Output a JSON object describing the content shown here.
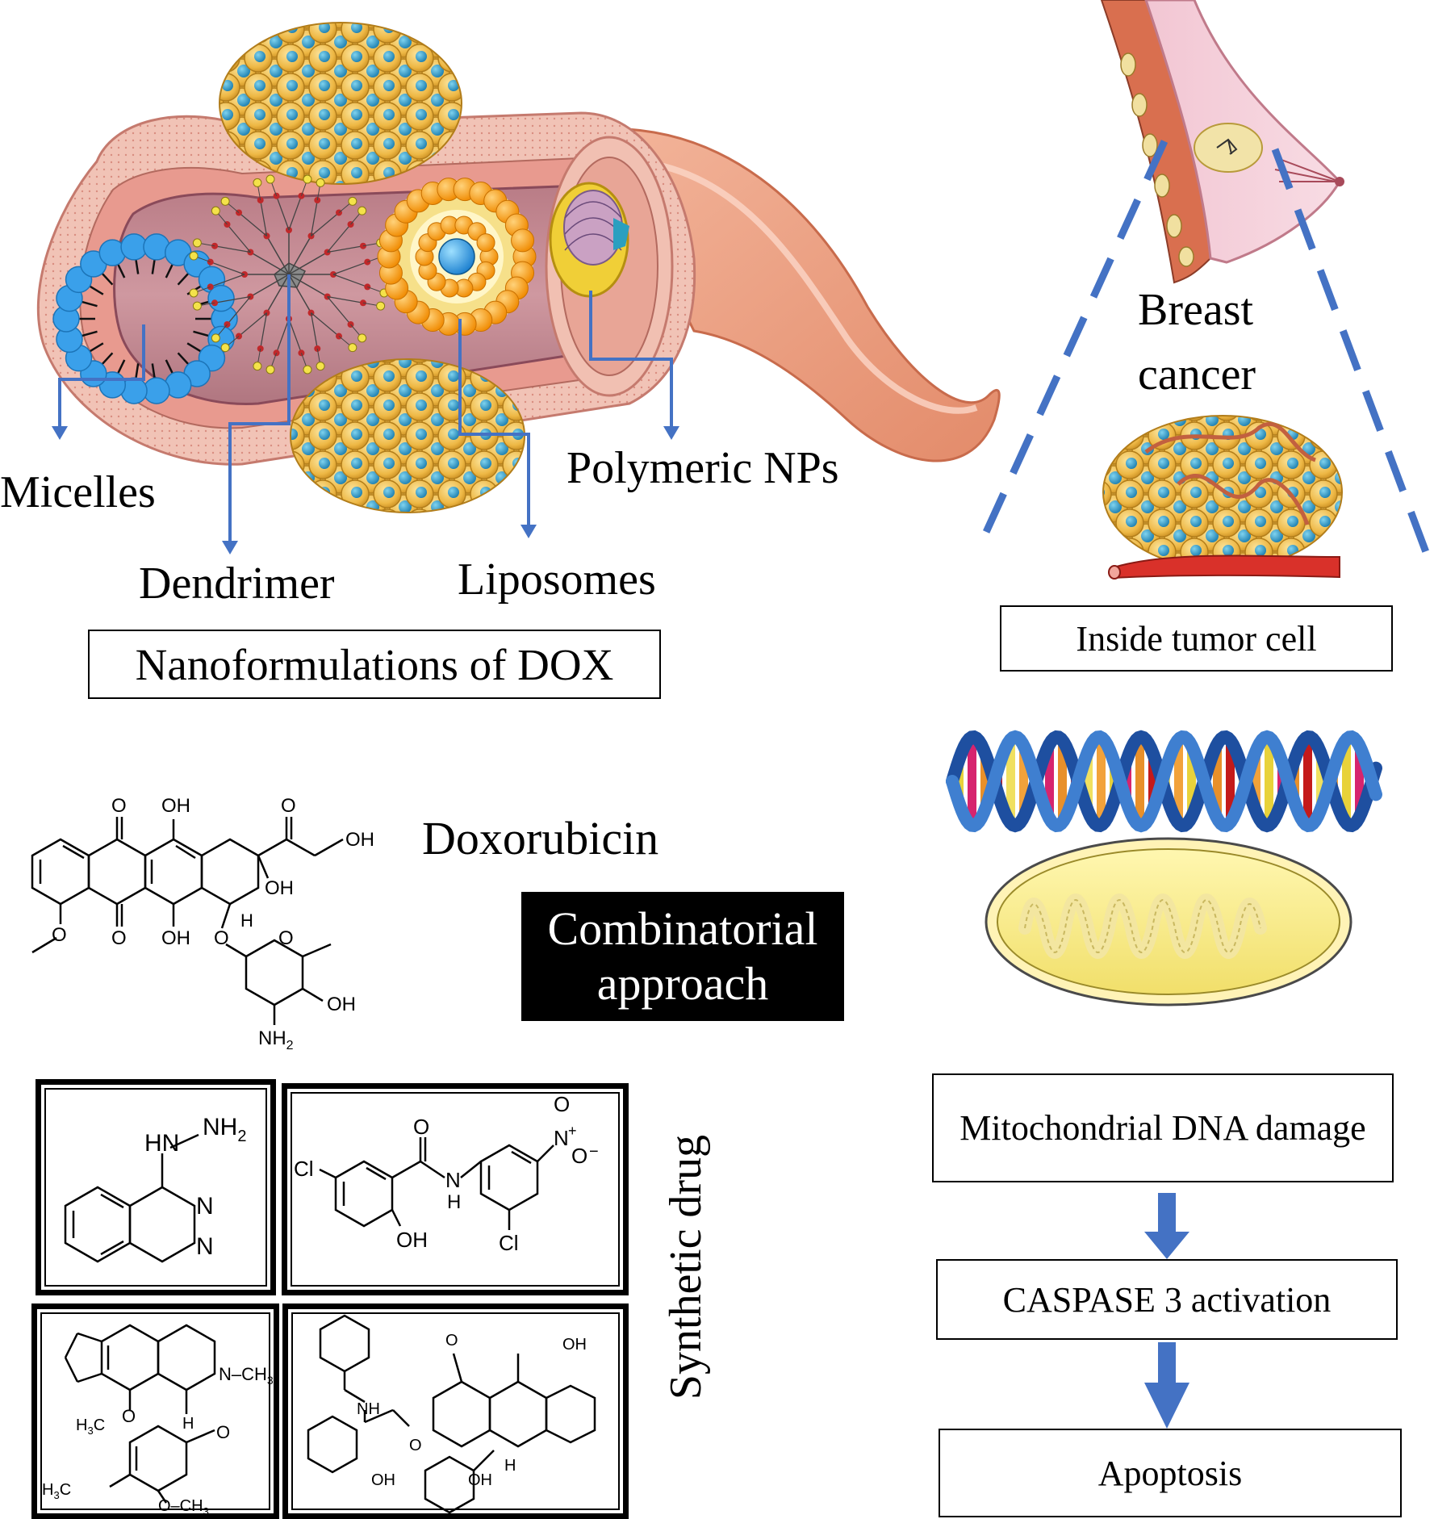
{
  "nano_labels": {
    "micelles": "Micelles",
    "dendrimer": "Dendrimer",
    "liposomes": "Liposomes",
    "polymeric": "Polymeric NPs"
  },
  "nano_title": "Nanoformulations of DOX",
  "breast_cancer": {
    "line1": "Breast",
    "line2": "cancer"
  },
  "inside_tumor": "Inside tumor cell",
  "doxorubicin": "Doxorubicin",
  "combinatorial": {
    "line1": "Combinatorial",
    "line2": "approach"
  },
  "synthetic_drug": "Synthetic drug",
  "pathway": {
    "step1": "Mitochondrial DNA damage",
    "step2": "CASPASE 3 activation",
    "step3": "Apoptosis"
  },
  "chem": {
    "dox": {
      "o1": "O",
      "oh1": "OH",
      "o2": "O",
      "oh_side": "OH",
      "oh_ring": "OH",
      "o_bottom": "O",
      "oh_bottom": "OH",
      "h": "H",
      "o_methoxy": "O",
      "o_link": "O",
      "o_sugar": "O",
      "oh_sugar": "OH",
      "nh2": "NH2"
    },
    "hydralazine": {
      "hn": "HN",
      "nh2": "NH2",
      "n1": "N",
      "n2": "N"
    },
    "niclosamide": {
      "cl1": "Cl",
      "o": "O",
      "nh": "N",
      "h": "H",
      "oh": "OH",
      "cl2": "Cl",
      "n": "N",
      "o1": "O",
      "o2": "O",
      "plus": "+",
      "minus": "−"
    },
    "noscapine": {
      "ch3_n": "N-CH3",
      "h3co1": "H3C",
      "h": "H",
      "o_ring": "O",
      "o_lac": "O",
      "h3co2": "H3C",
      "och3": "O-CH3"
    },
    "paclitaxel": {
      "nh": "NH",
      "oh": "OH",
      "o_ester": "O",
      "oh_top": "OH",
      "oh_mid": "OH",
      "h": "H",
      "o_top": "O"
    }
  },
  "colors": {
    "arrow_blue": "#4472c4",
    "cell_yellow": "#f2c14e",
    "nucleus_blue": "#2e9fc8",
    "vessel_pink": "#e8a59a",
    "micelle_blue": "#3aa0ea",
    "liposome_orange": "#f5a623"
  }
}
